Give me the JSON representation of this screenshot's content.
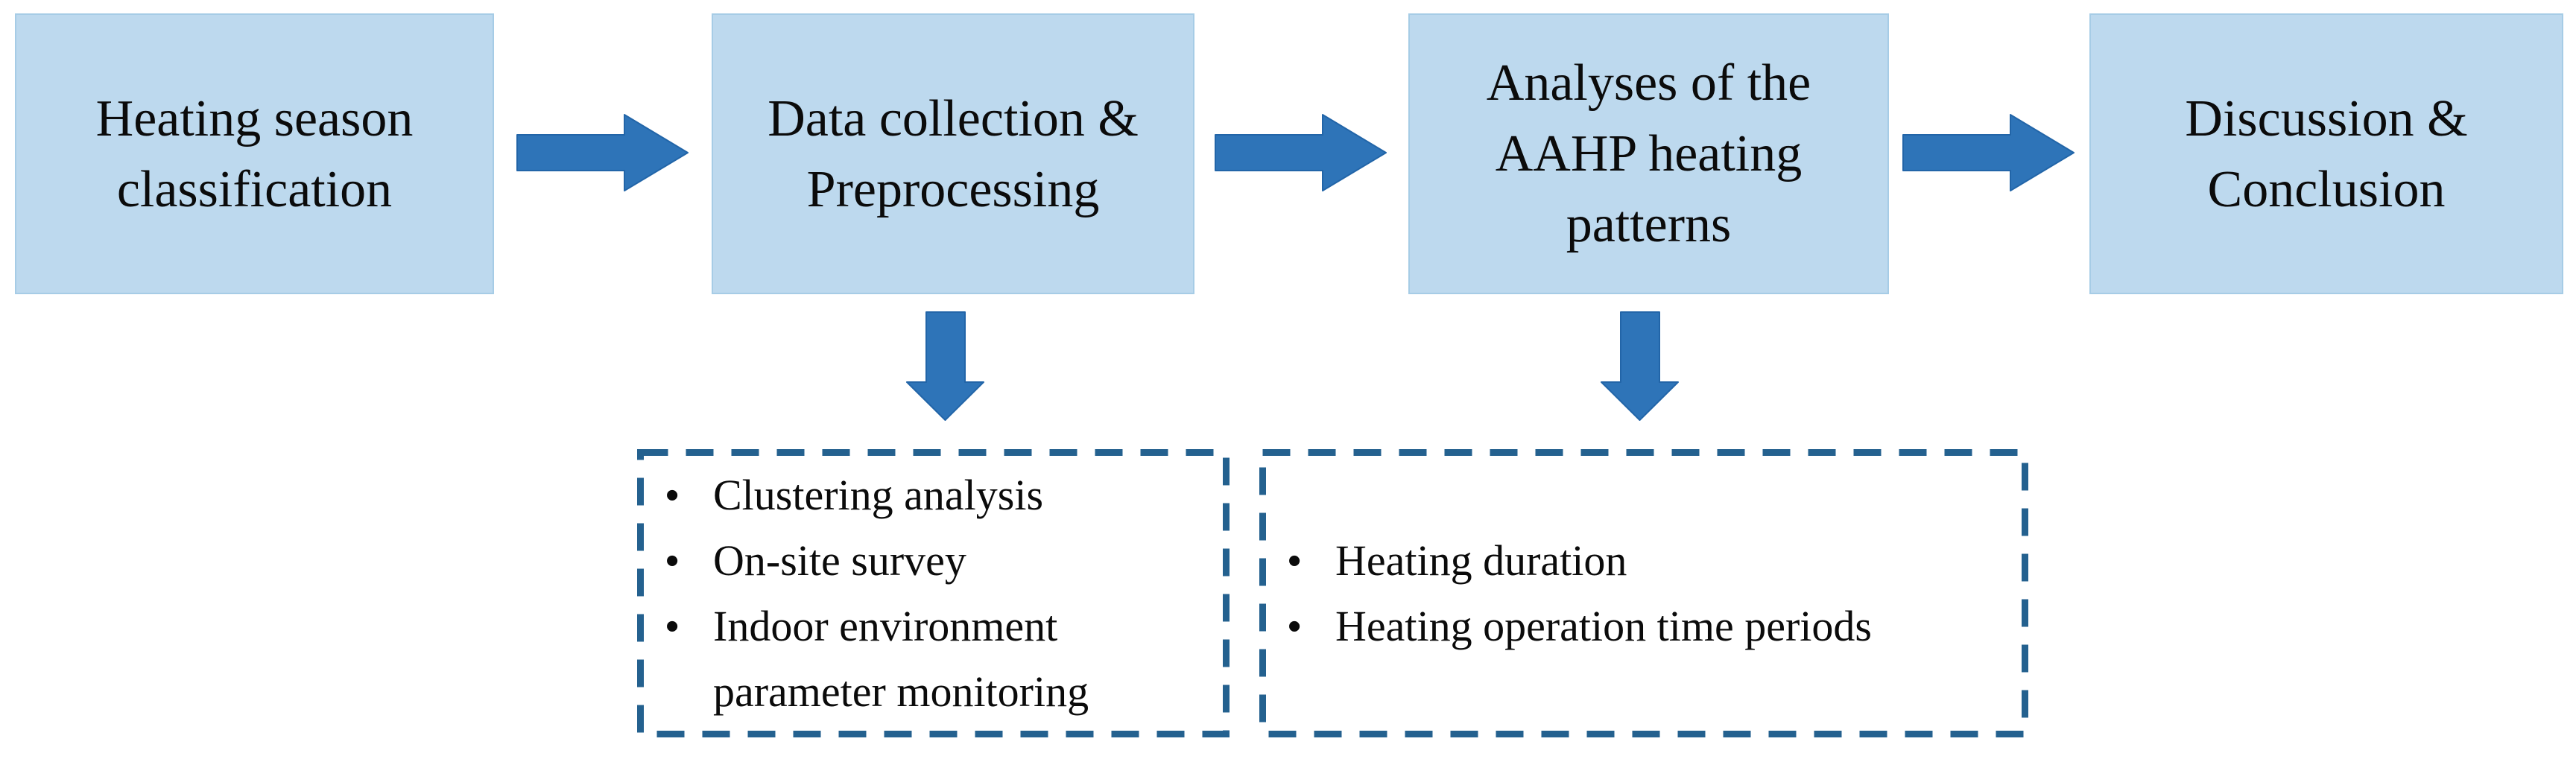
{
  "colors": {
    "box_fill": "#BDD9EE",
    "box_border": "#A6CCE6",
    "arrow_fill": "#2E74B8",
    "arrow_stroke": "#2265A8",
    "dash_border": "#24618F",
    "text": "#0B0B0B"
  },
  "icons": {
    "bullet": "•"
  },
  "flow": {
    "boxes": [
      {
        "id": "heating-season-classification",
        "label": "Heating season classification",
        "lines": [
          "Heating season",
          "classification"
        ]
      },
      {
        "id": "data-collection-preprocessing",
        "label": "Data collection & Preprocessing",
        "lines": [
          "Data collection &",
          "Preprocessing"
        ]
      },
      {
        "id": "aahp-heating-patterns",
        "label": "Analyses of the AAHP heating patterns",
        "lines": [
          "Analyses of the",
          "AAHP heating",
          "patterns"
        ]
      },
      {
        "id": "discussion-conclusion",
        "label": "Discussion & Conclusion",
        "lines": [
          "Discussion &",
          "Conclusion"
        ]
      }
    ]
  },
  "details": {
    "boxes": [
      {
        "id": "data-collection-methods",
        "items": [
          "Clustering analysis",
          "On-site survey",
          "Indoor environment parameter monitoring"
        ]
      },
      {
        "id": "heating-pattern-metrics",
        "items": [
          "Heating duration",
          "Heating operation time periods"
        ]
      }
    ]
  }
}
